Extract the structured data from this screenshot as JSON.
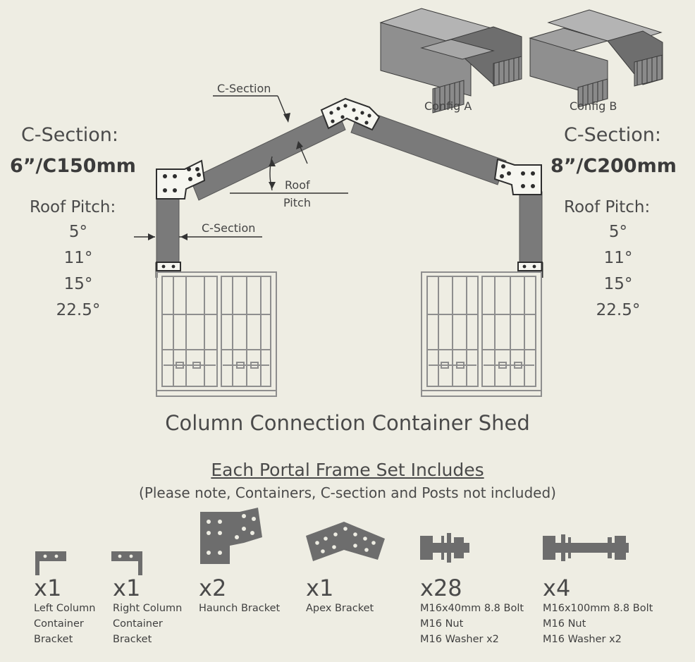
{
  "left_spec": {
    "heading": "C-Section:",
    "size": "6”/C150mm",
    "pitch_label": "Roof Pitch:",
    "angles": [
      "5°",
      "11°",
      "15°",
      "22.5°"
    ]
  },
  "right_spec": {
    "heading": "C-Section:",
    "size": "8”/C200mm",
    "pitch_label": "Roof Pitch:",
    "angles": [
      "5°",
      "11°",
      "15°",
      "22.5°"
    ]
  },
  "diagram": {
    "c_section_top": "C-Section",
    "c_section_side": "C-Section",
    "roof_pitch_line1": "Roof",
    "roof_pitch_line2": "Pitch",
    "config_a": "Config A",
    "config_b": "Config B",
    "title": "Column Connection Container Shed"
  },
  "includes": {
    "heading": "Each Portal Frame Set Includes",
    "note": "(Please note, Containers, C-section and Posts not included)",
    "items": [
      {
        "qty": "x1",
        "desc": [
          "Left Column",
          "Container",
          "Bracket"
        ]
      },
      {
        "qty": "x1",
        "desc": [
          "Right Column",
          "Container",
          "Bracket"
        ]
      },
      {
        "qty": "x2",
        "desc": [
          "Haunch Bracket"
        ]
      },
      {
        "qty": "x1",
        "desc": [
          "Apex Bracket"
        ]
      },
      {
        "qty": "x28",
        "desc": [
          "M16x40mm 8.8 Bolt",
          "M16 Nut",
          "M16 Washer x2"
        ]
      },
      {
        "qty": "x4",
        "desc": [
          "M16x100mm 8.8 Bolt",
          "M16 Nut",
          "M16 Washer x2"
        ]
      }
    ]
  },
  "colors": {
    "background": "#eeede3",
    "steel": "#7a7a7a",
    "container_line": "#8e8e8e"
  }
}
